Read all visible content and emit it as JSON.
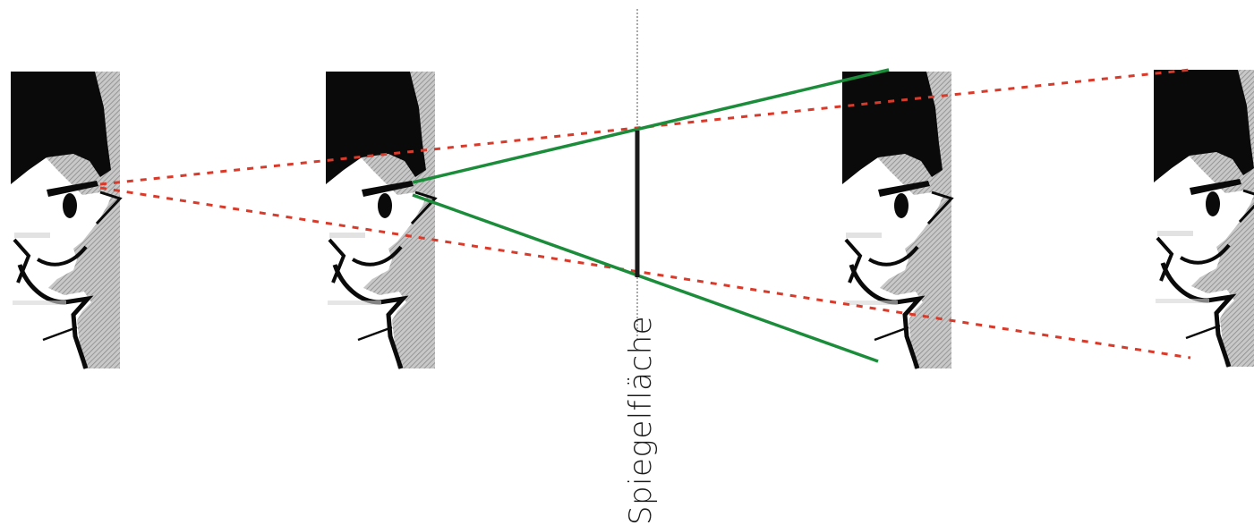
{
  "mirror": {
    "label": "Spiegelfläche"
  },
  "colors": {
    "sight_lines": "#1a8c3a",
    "virtual_rays": "#d93a2a",
    "mirror": "#1a1a1a",
    "axis": "#555555",
    "hair": "#0a0a0a",
    "hatch": "#9a9a9a"
  },
  "figures": [
    {
      "name": "far-observer-face",
      "facing": "right"
    },
    {
      "name": "observer-face",
      "facing": "right"
    },
    {
      "name": "mirror-image-face",
      "facing": "right"
    },
    {
      "name": "far-mirror-image-face",
      "facing": "right"
    }
  ]
}
